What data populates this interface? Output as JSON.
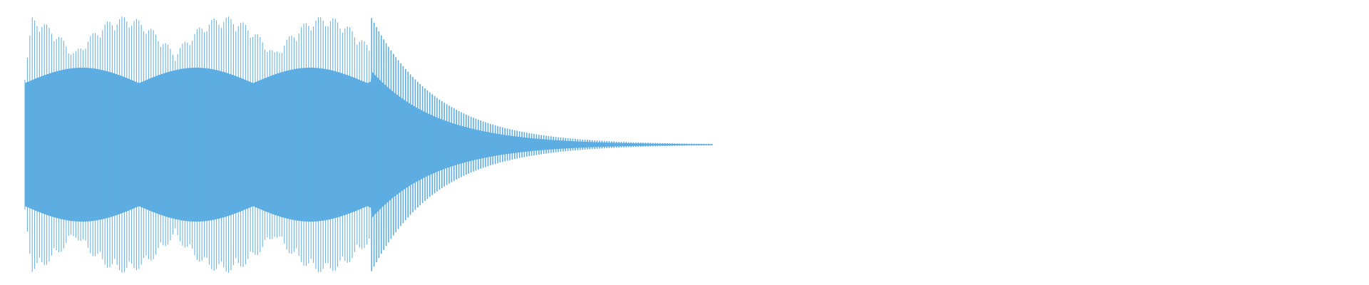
{
  "waveform": {
    "color": "#5DADE2",
    "background": "#FFFFFF",
    "sustain_level": 1.0,
    "decay_shape": "exponential",
    "cycles_visible": 180
  }
}
